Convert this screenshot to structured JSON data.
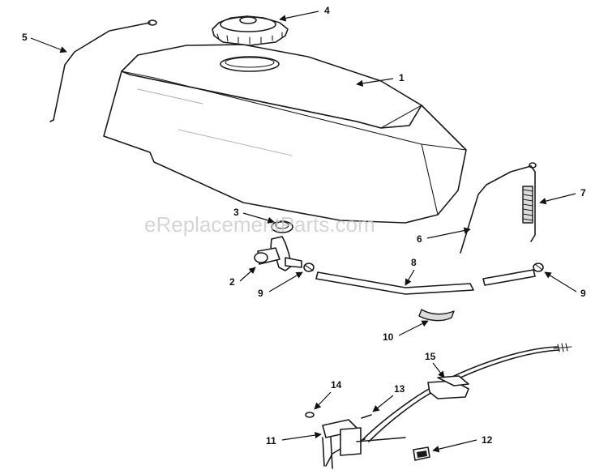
{
  "watermark": "eReplacementParts.com",
  "callouts": [
    {
      "id": "1",
      "label": "1"
    },
    {
      "id": "2",
      "label": "2"
    },
    {
      "id": "3",
      "label": "3"
    },
    {
      "id": "4",
      "label": "4"
    },
    {
      "id": "5",
      "label": "5"
    },
    {
      "id": "6",
      "label": "6"
    },
    {
      "id": "7",
      "label": "7"
    },
    {
      "id": "8",
      "label": "8"
    },
    {
      "id": "9a",
      "label": "9"
    },
    {
      "id": "9b",
      "label": "9"
    },
    {
      "id": "10",
      "label": "10"
    },
    {
      "id": "11",
      "label": "11"
    },
    {
      "id": "12",
      "label": "12"
    },
    {
      "id": "13",
      "label": "13"
    },
    {
      "id": "14",
      "label": "14"
    },
    {
      "id": "15",
      "label": "15"
    }
  ]
}
